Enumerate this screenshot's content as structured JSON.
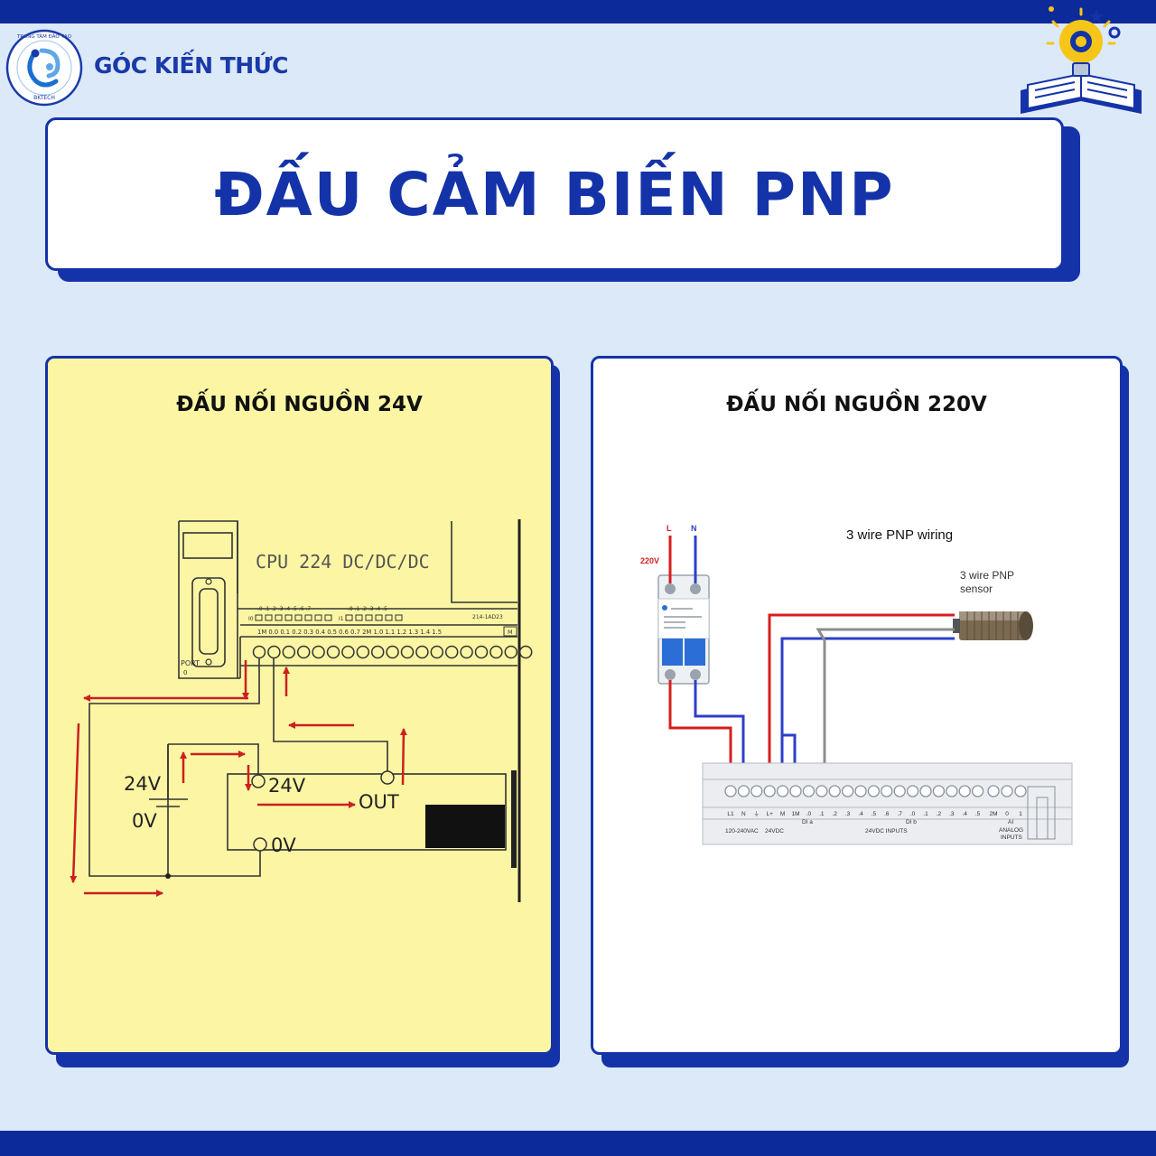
{
  "header": {
    "brand": "GÓC KIẾN THỨC",
    "logo_ring_text": "TRUNG TÂM ĐÀO TẠO",
    "logo_sub_text": "BKTECH",
    "title": "ĐẤU CẢM BIẾN PNP"
  },
  "left_panel": {
    "title": "ĐẤU NỐI NGUỒN 24V",
    "plc_model": "CPU 224 DC/DC/DC",
    "port_label": "PORT",
    "port_number": "0",
    "i0_label": "I0",
    "i1_label": "I1",
    "i0_addresses": ".0 .1 .2 .3 .4 .5 .6 .7",
    "i1_addresses": ".0 .1 .2 .3 .4 .5",
    "part_number": "214-1AD23",
    "terminal_labels": "1M  0.0  0.1  0.2  0.3  0.4  0.5  0.6  0.7  2M  1.0  1.1  1.2  1.3  1.4  1.5",
    "terminal_m": "M",
    "supply_24v": "24V",
    "supply_0v": "0V",
    "sensor_24v": "24V",
    "sensor_out": "OUT",
    "sensor_0v": "0V"
  },
  "right_panel": {
    "title": "ĐẤU NỐI NGUỒN 220V",
    "diagram_title": "3 wire PNP wiring",
    "sensor_label_1": "3 wire PNP",
    "sensor_label_2": "sensor",
    "line_l": "L",
    "line_n": "N",
    "voltage": "220V",
    "plc_terminals": [
      "L1",
      "N",
      "⏚",
      "L+",
      "M",
      "1M",
      ".0",
      ".1",
      ".2",
      ".3",
      ".4",
      ".5",
      ".6",
      ".7",
      ".0",
      ".1",
      ".2",
      ".3",
      ".4",
      ".5",
      "2M",
      "0",
      "1"
    ],
    "group_ac": "120-240VAC",
    "group_dc": "24VDC",
    "group_dia": "DI a",
    "group_inputs": "24VDC INPUTS",
    "group_dib": "DI b",
    "group_ai": "AI",
    "group_analog_1": "ANALOG",
    "group_analog_2": "INPUTS"
  },
  "colors": {
    "navy": "#0d2a9a",
    "brand_blue": "#1533a8",
    "background": "#dce9f9",
    "left_panel_bg": "#fcf6a4",
    "wire_red": "#d81e1e",
    "wire_blue": "#2c3fc8",
    "wire_gray": "#8c8c8c",
    "arrow_red": "#cc1f1f"
  }
}
